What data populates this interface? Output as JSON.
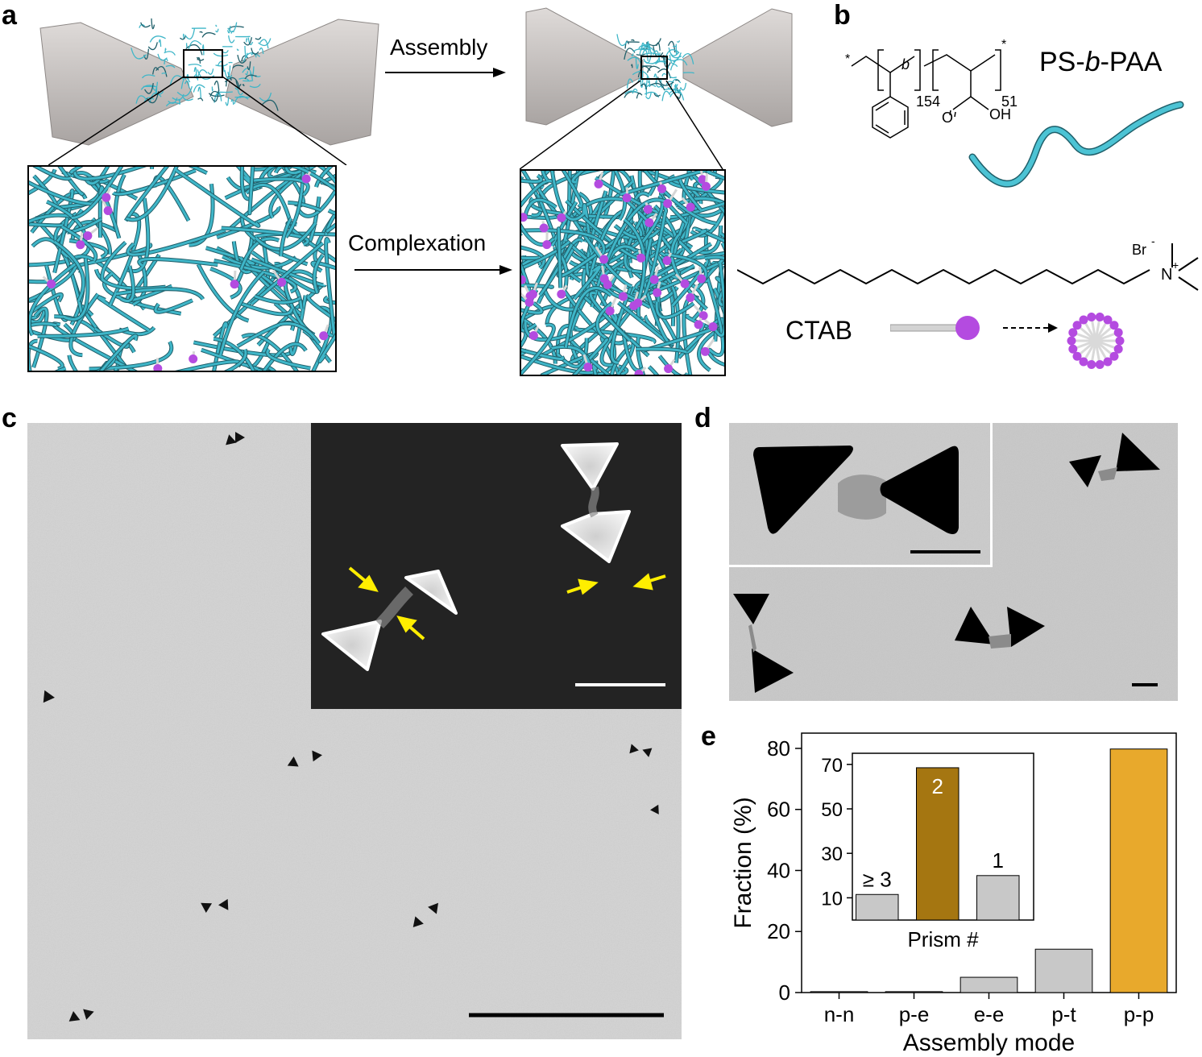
{
  "panels": {
    "a": "a",
    "b": "b",
    "c": "c",
    "d": "d",
    "e": "e"
  },
  "panel_a": {
    "arrow_top_label": "Assembly",
    "arrow_bottom_label": "Complexation"
  },
  "panel_b": {
    "polymer_name": "PS-",
    "polymer_italic": "b",
    "polymer_suffix": "-PAA",
    "sub_ps": "154",
    "sub_paa": "51",
    "block_b": "b",
    "oh": "OH",
    "o": "O",
    "br": "Br",
    "br_sup": "-",
    "n": "N",
    "n_sup": "+",
    "surfactant_name": "CTAB",
    "star": "*"
  },
  "colors": {
    "polymer": "#3fb6c8",
    "polymer_dark": "#1f5f6a",
    "bead": "#b44be0",
    "prism": "#c9c4c2",
    "arrow_yellow": "#ffee00",
    "bar_gray": "#c8c8c8",
    "bar_gold": "#e8a92c",
    "bar_gold_dark": "#a57611"
  },
  "chart_data": {
    "main": {
      "type": "bar",
      "categories": [
        "n-n",
        "p-e",
        "e-e",
        "p-t",
        "p-p"
      ],
      "values": [
        0.3,
        0.3,
        5.0,
        14.2,
        79.8
      ],
      "highlight": "p-p",
      "xlabel": "Assembly mode",
      "ylabel": "Fraction (%)",
      "ylim": [
        0,
        85
      ],
      "yticks": [
        0,
        20,
        40,
        60,
        80
      ]
    },
    "inset": {
      "type": "bar",
      "categories": [
        "≥ 3",
        "2",
        "1"
      ],
      "values": [
        11.5,
        68.5,
        20.0
      ],
      "highlight": "2",
      "xlabel": "Prism #",
      "ylim": [
        0,
        75
      ],
      "yticks": [
        10,
        30,
        50,
        70
      ]
    }
  }
}
